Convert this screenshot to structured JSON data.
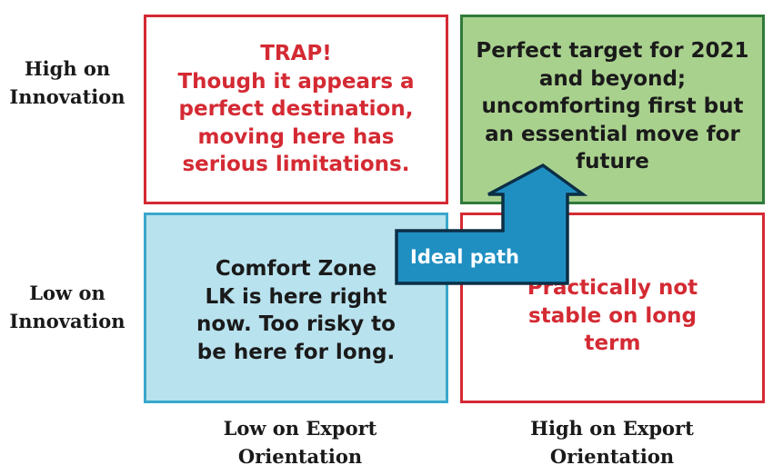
{
  "axes": {
    "rows": {
      "high": [
        "High on",
        "Innovation"
      ],
      "low": [
        "Low on",
        "Innovation"
      ]
    },
    "columns": {
      "low": [
        "Low on Export",
        "Orientation"
      ],
      "high": [
        "High on Export",
        "Orientation"
      ]
    }
  },
  "quadrants": {
    "trap": {
      "lines": [
        "TRAP!",
        "Though it appears a",
        "perfect destination,",
        "moving here has",
        "serious limitations."
      ]
    },
    "target": {
      "lines": [
        "Perfect target for 2021",
        "and beyond;",
        "uncomforting first but",
        "an essential move for",
        "future"
      ]
    },
    "comfort": {
      "lines": [
        "Comfort Zone",
        "LK is here right",
        "now. Too risky to",
        "be here for long."
      ]
    },
    "unstable": {
      "lines": [
        "Practically not",
        "stable on long",
        "term"
      ]
    }
  },
  "arrow": {
    "label": "Ideal path"
  },
  "colors": {
    "red": "#d42a33",
    "green_fill": "#a9d18e",
    "green_border": "#2f7a3b",
    "blue_fill": "#b8e2ee",
    "blue_border": "#3aa8cc",
    "arrow_fill": "#1f8fc2",
    "arrow_outline": "#0c2f45"
  }
}
